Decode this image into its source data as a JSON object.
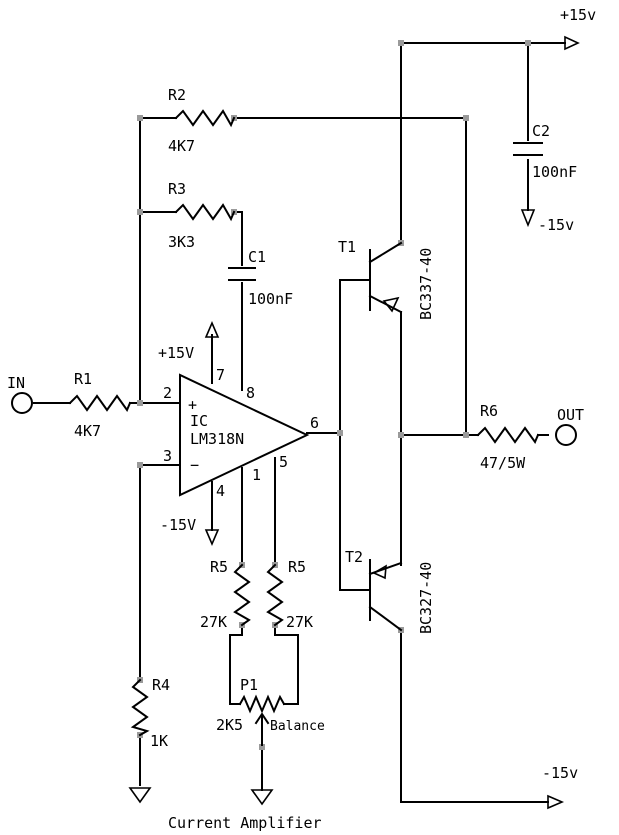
{
  "title": "Current Amplifier",
  "supply": {
    "top_right": "+15v",
    "c2_neg": "-15v",
    "bottom_right": "-15v",
    "ic_pos": "+15V",
    "ic_neg": "-15V"
  },
  "ports": {
    "input": "IN",
    "output": "OUT"
  },
  "ic": {
    "name": "IC",
    "part": "LM318N",
    "plus": "+",
    "minus": "−"
  },
  "pins": {
    "p2": "2",
    "p3": "3",
    "p7": "7",
    "p8": "8",
    "p6": "6",
    "p4": "4",
    "p1": "1",
    "p5": "5"
  },
  "components": {
    "r1": {
      "ref": "R1",
      "value": "4K7"
    },
    "r2": {
      "ref": "R2",
      "value": "4K7"
    },
    "r3": {
      "ref": "R3",
      "value": "3K3"
    },
    "c1": {
      "ref": "C1",
      "value": "100nF"
    },
    "c2": {
      "ref": "C2",
      "value": "100nF"
    },
    "r4": {
      "ref": "R4",
      "value": "1K"
    },
    "r5a": {
      "ref": "R5",
      "value": "27K"
    },
    "r5b": {
      "ref": "R5",
      "value": "27K"
    },
    "p1": {
      "ref": "P1",
      "value": "2K5",
      "note": "Balance"
    },
    "r6": {
      "ref": "R6",
      "value": "47/5W"
    },
    "t1": {
      "ref": "T1",
      "part": "BC337-40"
    },
    "t2": {
      "ref": "T2",
      "part": "BC327-40"
    }
  }
}
